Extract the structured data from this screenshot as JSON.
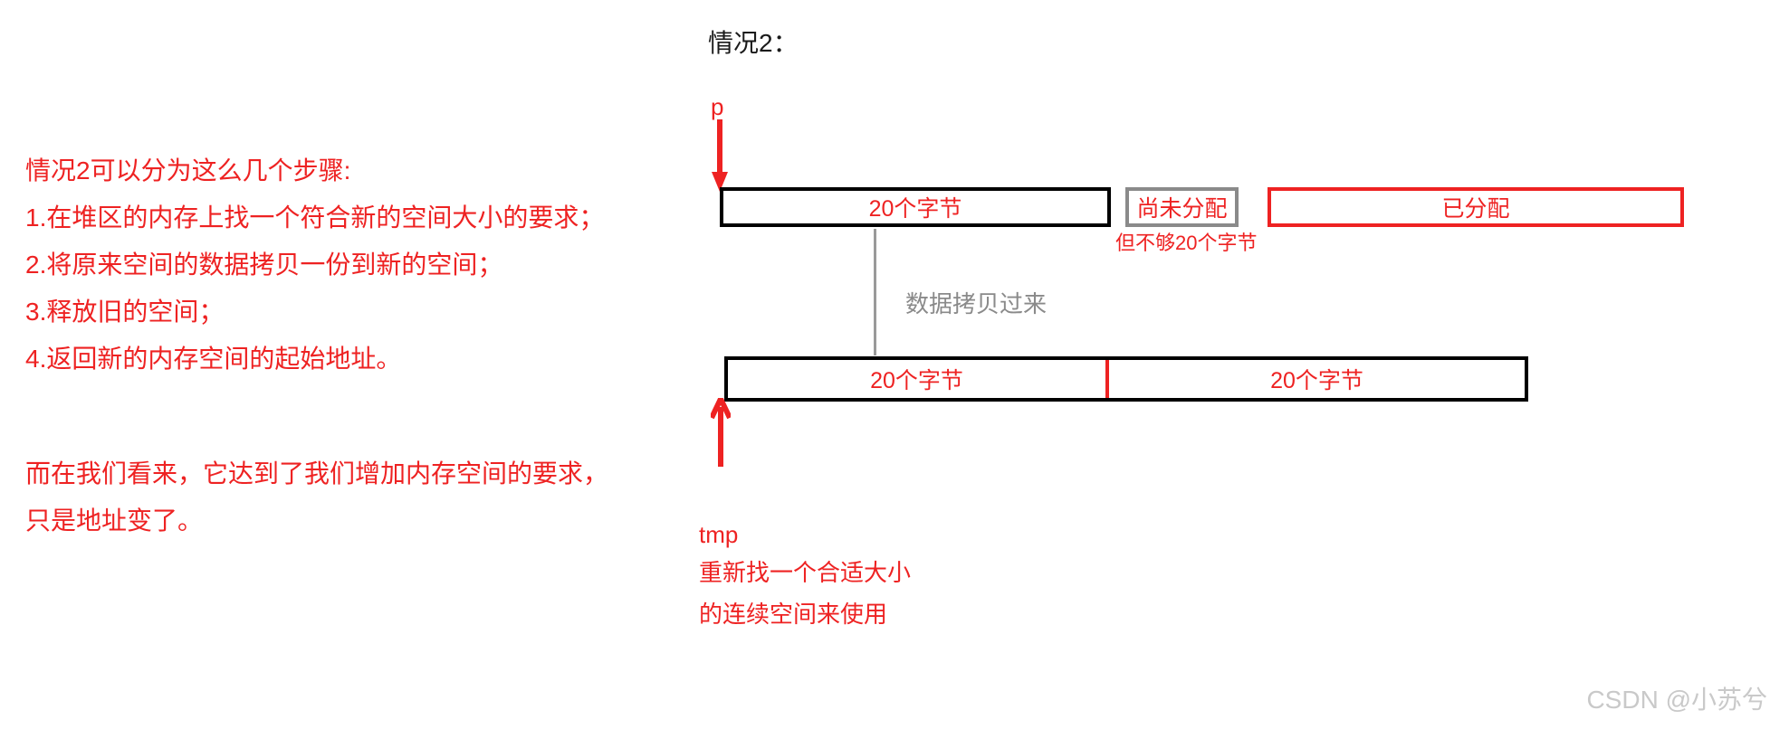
{
  "diagram": {
    "title": "情况2：",
    "watermark": "CSDN @小苏兮"
  },
  "explanation": {
    "heading": "情况2可以分为这么几个步骤:",
    "steps": [
      "1.在堆区的内存上找一个符合新的空间大小的要求；",
      "2.将原来空间的数据拷贝一份到新的空间；",
      "3.释放旧的空间；",
      "4.返回新的内存空间的起始地址。"
    ],
    "conclusion": [
      "而在我们看来，它达到了我们增加内存空间的要求，",
      "只是地址变了。"
    ]
  },
  "pointers": {
    "p": "p",
    "tmp": "tmp",
    "tmp_note": [
      "重新找一个合适大小",
      "的连续空间来使用"
    ]
  },
  "memory_row_old": {
    "main_block_label": "20个字节",
    "unallocated_label": "尚未分配",
    "unallocated_note": "但不够20个字节",
    "allocated_label": "已分配"
  },
  "memory_row_new": {
    "segment_a_label": "20个字节",
    "segment_b_label": "20个字节"
  },
  "copy_annotation": {
    "label": "数据拷贝过来"
  },
  "colors": {
    "red": "#ee2222",
    "black": "#000000",
    "gray": "#8a8a8a",
    "watermark_gray": "#c9c9c9"
  }
}
